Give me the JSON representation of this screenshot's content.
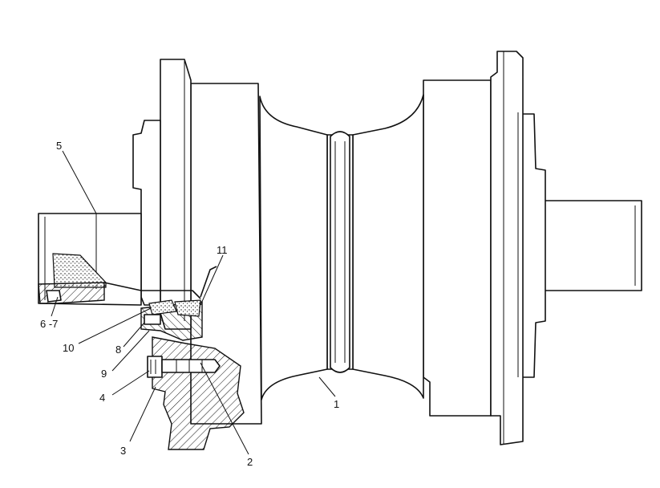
{
  "callouts": {
    "c1": "1",
    "c2": "2",
    "c3": "3",
    "c4": "4",
    "c5": "5",
    "c67": "6 -7",
    "c8": "8",
    "c9": "9",
    "c10": "10",
    "c11": "11"
  }
}
